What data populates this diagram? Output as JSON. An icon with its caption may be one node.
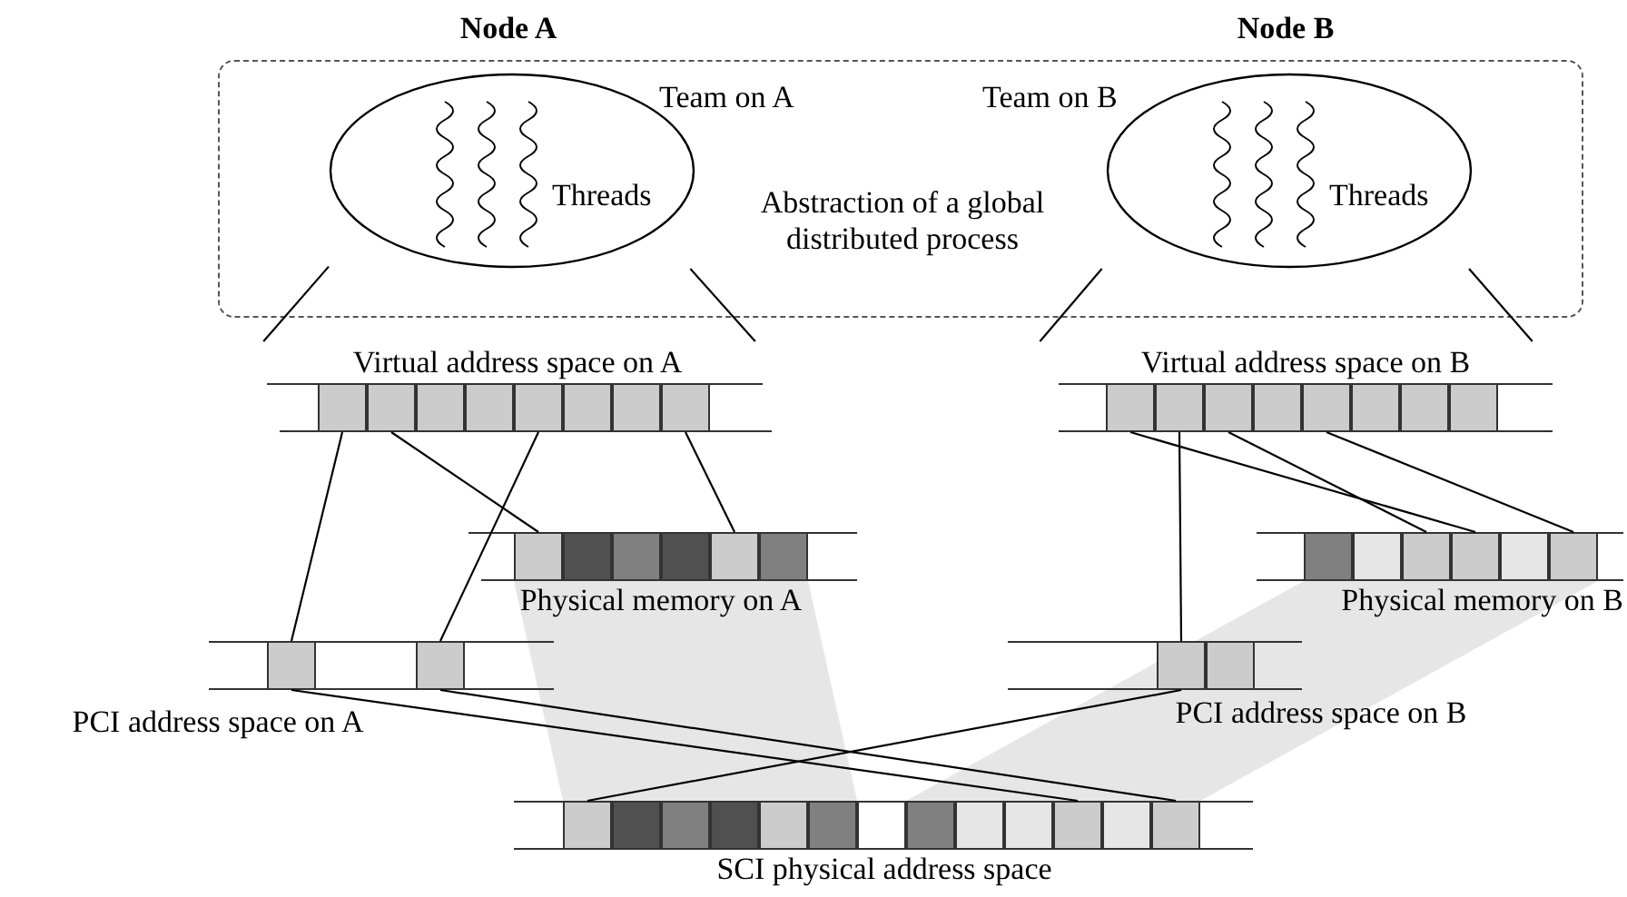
{
  "diagram": {
    "nodes": [
      {
        "text": [
          "Abstraction of a global distributed process"
        ]
      },
      {
        "text": [
          "Team on A",
          "Threads"
        ],
        "in": 0
      },
      {
        "text": [
          "Team on B",
          "Threads"
        ],
        "in": 0
      },
      {
        "text": [
          "Virtual address space on A"
        ]
      },
      {
        "text": [],
        "shape": "box",
        "in": 3
      },
      {
        "text": [],
        "shape": "box",
        "in": 3
      },
      {
        "text": [],
        "shape": "box",
        "in": 3
      },
      {
        "text": [],
        "shape": "box",
        "in": 3
      },
      {
        "text": [],
        "shape": "box",
        "in": 3
      },
      {
        "text": [],
        "shape": "box",
        "in": 3
      },
      {
        "text": [],
        "shape": "box",
        "in": 3
      },
      {
        "text": [],
        "shape": "box",
        "in": 3
      },
      {
        "text": [
          "Virtual address space on B"
        ]
      },
      {
        "text": [],
        "shape": "box",
        "in": 12
      },
      {
        "text": [],
        "shape": "box",
        "in": 12
      },
      {
        "text": [],
        "shape": "box",
        "in": 12
      },
      {
        "text": [],
        "shape": "box",
        "in": 12
      },
      {
        "text": [],
        "shape": "box",
        "in": 12
      },
      {
        "text": [],
        "shape": "box",
        "in": 12
      },
      {
        "text": [],
        "shape": "box",
        "in": 12
      },
      {
        "text": [],
        "shape": "box",
        "in": 12
      },
      {
        "text": [
          "Physical memory on A"
        ]
      },
      {
        "text": [],
        "shape": "box",
        "in": 21
      },
      {
        "text": [],
        "shape": "box",
        "in": 21
      },
      {
        "text": [],
        "shape": "box",
        "in": 21
      },
      {
        "text": [],
        "shape": "box",
        "in": 21
      },
      {
        "text": [],
        "shape": "box",
        "in": 21
      },
      {
        "text": [],
        "shape": "box",
        "in": 21
      },
      {
        "text": [
          "Physical memory on B"
        ]
      },
      {
        "text": [],
        "shape": "box",
        "in": 28
      },
      {
        "text": [],
        "shape": "box",
        "in": 28
      },
      {
        "text": [],
        "shape": "box",
        "in": 28
      },
      {
        "text": [],
        "shape": "box",
        "in": 28
      },
      {
        "text": [],
        "shape": "box",
        "in": 28
      },
      {
        "text": [],
        "shape": "box",
        "in": 28
      },
      {
        "text": [
          "PCI address space on A"
        ]
      },
      {
        "text": [],
        "shape": "box",
        "in": 35
      },
      {
        "text": [],
        "shape": "box",
        "in": 35
      },
      {
        "text": [
          "PCI address space on B"
        ]
      },
      {
        "text": [],
        "shape": "box",
        "in": 38
      },
      {
        "text": [],
        "shape": "box",
        "in": 38
      },
      {
        "text": [
          "SCI physical address space"
        ]
      },
      {
        "text": [],
        "shape": "box",
        "in": 41
      },
      {
        "text": [],
        "shape": "box",
        "in": 41
      },
      {
        "text": [],
        "shape": "box",
        "in": 41
      },
      {
        "text": [],
        "shape": "box",
        "in": 41
      },
      {
        "text": [],
        "shape": "box",
        "in": 41
      },
      {
        "text": [],
        "shape": "box",
        "in": 41
      },
      {
        "text": [],
        "shape": "box",
        "in": 41
      },
      {
        "text": [],
        "shape": "box",
        "in": 41
      },
      {
        "text": [],
        "shape": "box",
        "in": 41
      },
      {
        "text": [],
        "shape": "box",
        "in": 41
      },
      {
        "text": [],
        "shape": "box",
        "in": 41
      },
      {
        "text": [],
        "shape": "box",
        "in": 41
      },
      {
        "text": [],
        "shape": "box",
        "in": 41
      }
    ],
    "edges": [
      {
        "from": 1,
        "to": 3,
        "arrow": "none"
      },
      {
        "from": 1,
        "to": 3,
        "arrow": "none"
      },
      {
        "from": 2,
        "to": 12,
        "arrow": "none"
      },
      {
        "from": 2,
        "to": 12,
        "arrow": "none"
      },
      {
        "from": 4,
        "to": 36,
        "arrow": "none"
      },
      {
        "from": 5,
        "to": 22,
        "arrow": "none"
      },
      {
        "from": 8,
        "to": 37,
        "arrow": "none"
      },
      {
        "from": 11,
        "to": 26,
        "arrow": "none"
      },
      {
        "from": 13,
        "to": 32,
        "arrow": "none"
      },
      {
        "from": 14,
        "to": 39,
        "arrow": "none"
      },
      {
        "from": 15,
        "to": 31,
        "arrow": "none"
      },
      {
        "from": 17,
        "to": 34,
        "arrow": "none"
      },
      {
        "from": 36,
        "to": 52,
        "arrow": "none"
      },
      {
        "from": 37,
        "to": 54,
        "arrow": "none"
      },
      {
        "from": 39,
        "to": 42,
        "arrow": "none"
      }
    ],
    "labels": [
      "Node A",
      "Node B"
    ]
  }
}
